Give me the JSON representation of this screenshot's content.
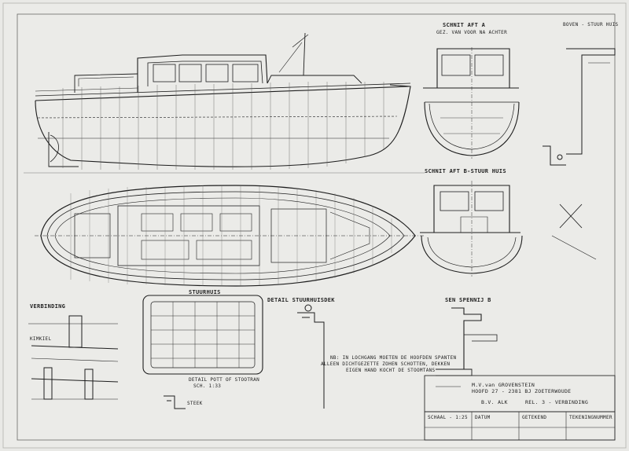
{
  "sections": {
    "section_a": "SCHNIT AFT A",
    "section_a_sub": "GEZ. VAN VOOR NA ACHTER",
    "section_b": "SCHNIT AFT B-STUUR HUIS",
    "section_c": "SEN SPENNIJ B",
    "cabin_top": "BOVEN - STUUR HUIS",
    "hull_plan": "STUURHUIS",
    "detail_box": "DETAIL STUURHUISDEK",
    "detail_bottom": "DETAIL POTT OF STOOTRAN",
    "detail_bottom_scale": "SCH. 1:33",
    "verbinding": "VERBINDING",
    "kimkiel": "KIMKIEL",
    "stoomkiel": "STEEK",
    "note1": "NB: IN LOCHGANG MOETEN DE HOOFDEN SPANTEN",
    "note2": "ALLEEN DICHTGEZETTE ZOHEN SCHOTTEN, DEKKEN",
    "note3": "EIGEN HAND KOCHT DE STOOMTANS"
  },
  "title_block": {
    "line1": "M.V.van GROVENSTEIN",
    "line2": "HOOFD 27 - 2381 BJ ZOETERWOUDE",
    "line3": "B.V. ALK",
    "line4": "REL. 3 - VERBINDING",
    "scale_label": "SCHAAL - 1:25",
    "date_label": "DATUM",
    "drawn_by": "GETEKEND",
    "sheet_label": "TEKENINGNUMMER"
  }
}
